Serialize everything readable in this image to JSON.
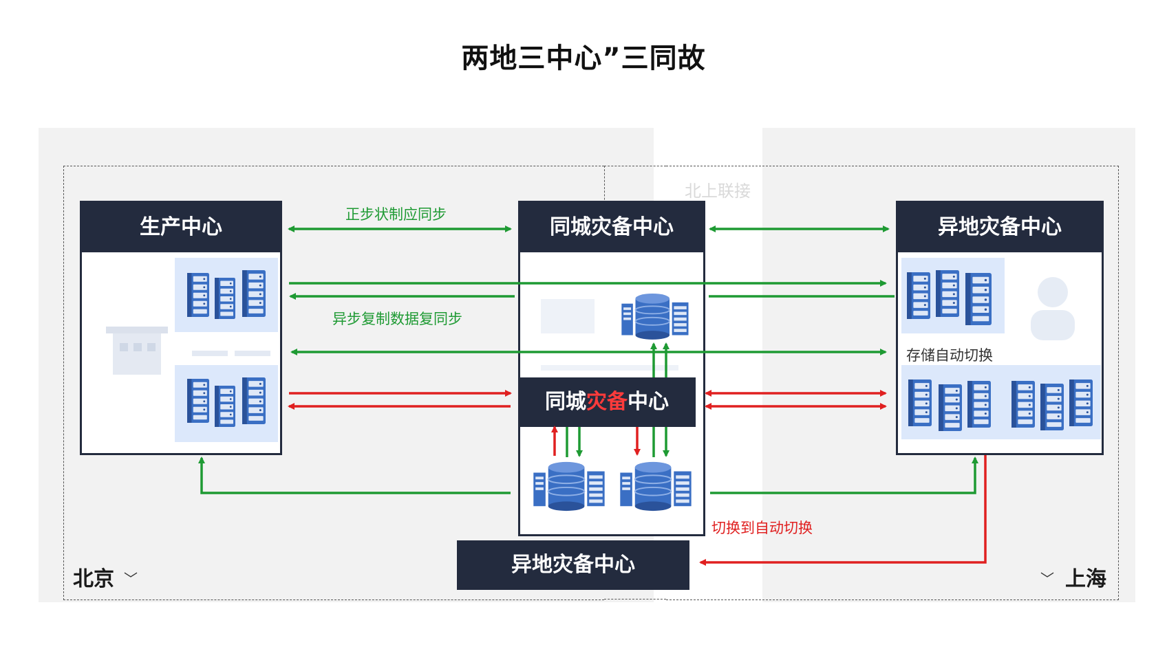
{
  "title": "两地三中心”三同故",
  "ghost_label": "北上联接",
  "production_center": {
    "title": "生产中心"
  },
  "samecity_center": {
    "title": "同城灾备中心"
  },
  "remote_center": {
    "title": "异地灾备中心",
    "sublabel": "存储自动切换"
  },
  "middle_label": {
    "part1": "同城",
    "part2": "灾备",
    "part3": "中心"
  },
  "bottom_center": {
    "title": "异地灾备中心"
  },
  "arrows": {
    "sync_label": "正步状制应同步",
    "async_label": "异步复制数据复同步",
    "switch_label": "切换到自动切换"
  },
  "locations": {
    "beijing": "北京",
    "shanghai": "上海"
  },
  "icons": [
    "server-rack-icon",
    "storage-cylinder-icon",
    "person-icon",
    "building-icon",
    "chevron-down-icon"
  ],
  "colors": {
    "navy": "#232b3e",
    "green": "#1e9a33",
    "red": "#e02020",
    "server_blue": "#3a6fc4"
  }
}
